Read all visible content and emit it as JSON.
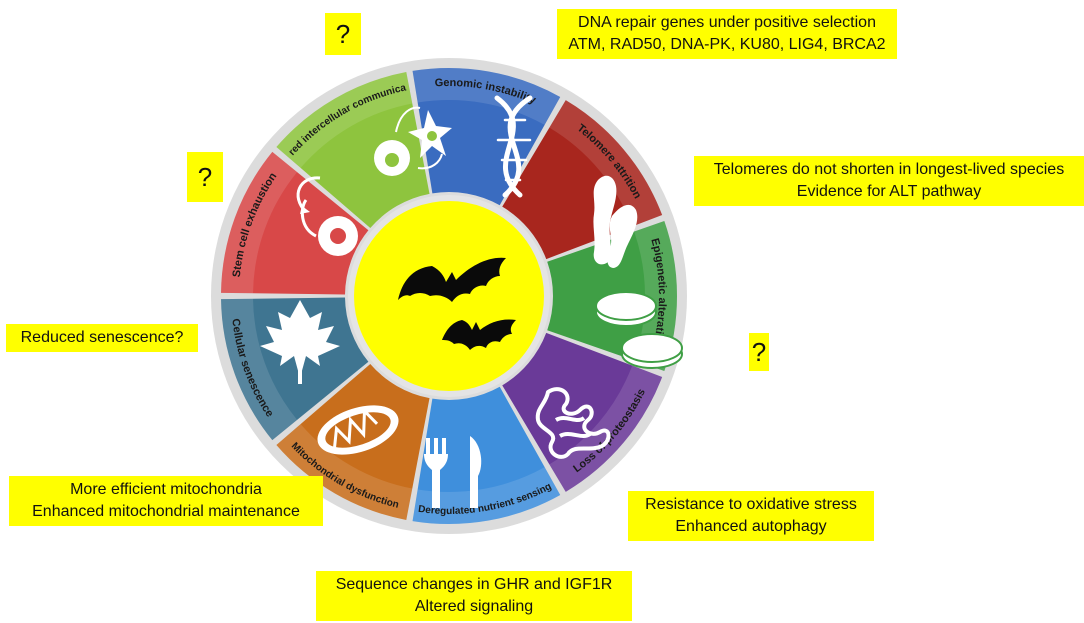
{
  "hallmarks": [
    {
      "label": "Genomic instability",
      "color": "#3a6cc0",
      "icon": "dna-helix-icon"
    },
    {
      "label": "Telomere attrition",
      "color": "#a8261e",
      "icon": "chromosome-icon"
    },
    {
      "label": "Epigenetic alterations",
      "color": "#3f9f45",
      "icon": "nucleosome-icon"
    },
    {
      "label": "Loss of proteostasis",
      "color": "#6a3a98",
      "icon": "protein-icon"
    },
    {
      "label": "Deregulated nutrient sensing",
      "color": "#3f8fdc",
      "icon": "fork-knife-icon"
    },
    {
      "label": "Mitochondrial dysfunction",
      "color": "#c86e1c",
      "icon": "mitochondrion-icon"
    },
    {
      "label": "Cellular senescence",
      "color": "#3f7591",
      "icon": "leaf-icon"
    },
    {
      "label": "Stem cell exhaustion",
      "color": "#d84848",
      "icon": "stem-cell-icon"
    },
    {
      "label": "Altered intercellular communication",
      "color": "#8ec43e",
      "icon": "cell-signaling-icon"
    }
  ],
  "center": {
    "color": "#ffff00",
    "icon": "bats-icon"
  },
  "annotations": {
    "genomic": {
      "line1": "DNA repair genes under positive selection",
      "line2": "ATM, RAD50, DNA-PK, KU80, LIG4, BRCA2"
    },
    "telomere": {
      "line1": "Telomeres do not shorten in longest-lived species",
      "line2": "Evidence for ALT pathway"
    },
    "senescence": {
      "line1": "Reduced senescence?"
    },
    "mitochondria": {
      "line1": "More efficient mitochondria",
      "line2": "Enhanced mitochondrial maintenance"
    },
    "nutrient": {
      "line1": "Sequence changes in GHR and IGF1R",
      "line2": "Altered signaling"
    },
    "proteostasis": {
      "line1": "Resistance to oxidative stress",
      "line2": "Enhanced autophagy"
    },
    "question_marks": {
      "intercellular": "?",
      "stem_cell": "?",
      "epigenetic": "?"
    }
  }
}
